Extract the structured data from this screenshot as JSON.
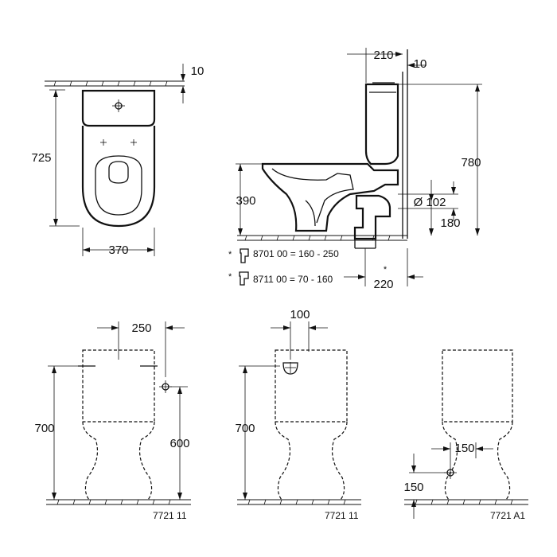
{
  "top_view": {
    "width": "370",
    "depth": "725",
    "wall_gap": "10"
  },
  "side_view": {
    "tank_offset": "210",
    "wall_gap": "10",
    "total_height": "780",
    "seat_height": "390",
    "outlet_diameter": "Ø 102",
    "outlet_height": "180",
    "outlet_distance": "220",
    "outlet_distance_mark": "*",
    "fittings": [
      {
        "marker": "*",
        "text": "8701 00 = 160 - 250"
      },
      {
        "marker": "*",
        "text": "8711 00 = 70 - 160"
      }
    ]
  },
  "elevations": [
    {
      "id": "7721-11-a",
      "code": "7721 11",
      "top_dim": "250",
      "height": "700",
      "connection_height": "600"
    },
    {
      "id": "7721-11-b",
      "code": "7721 11",
      "top_dim": "100",
      "height": "700"
    },
    {
      "id": "7721-a1",
      "code": "7721 A1",
      "side_dim": "150",
      "connection_height": "150"
    }
  ]
}
